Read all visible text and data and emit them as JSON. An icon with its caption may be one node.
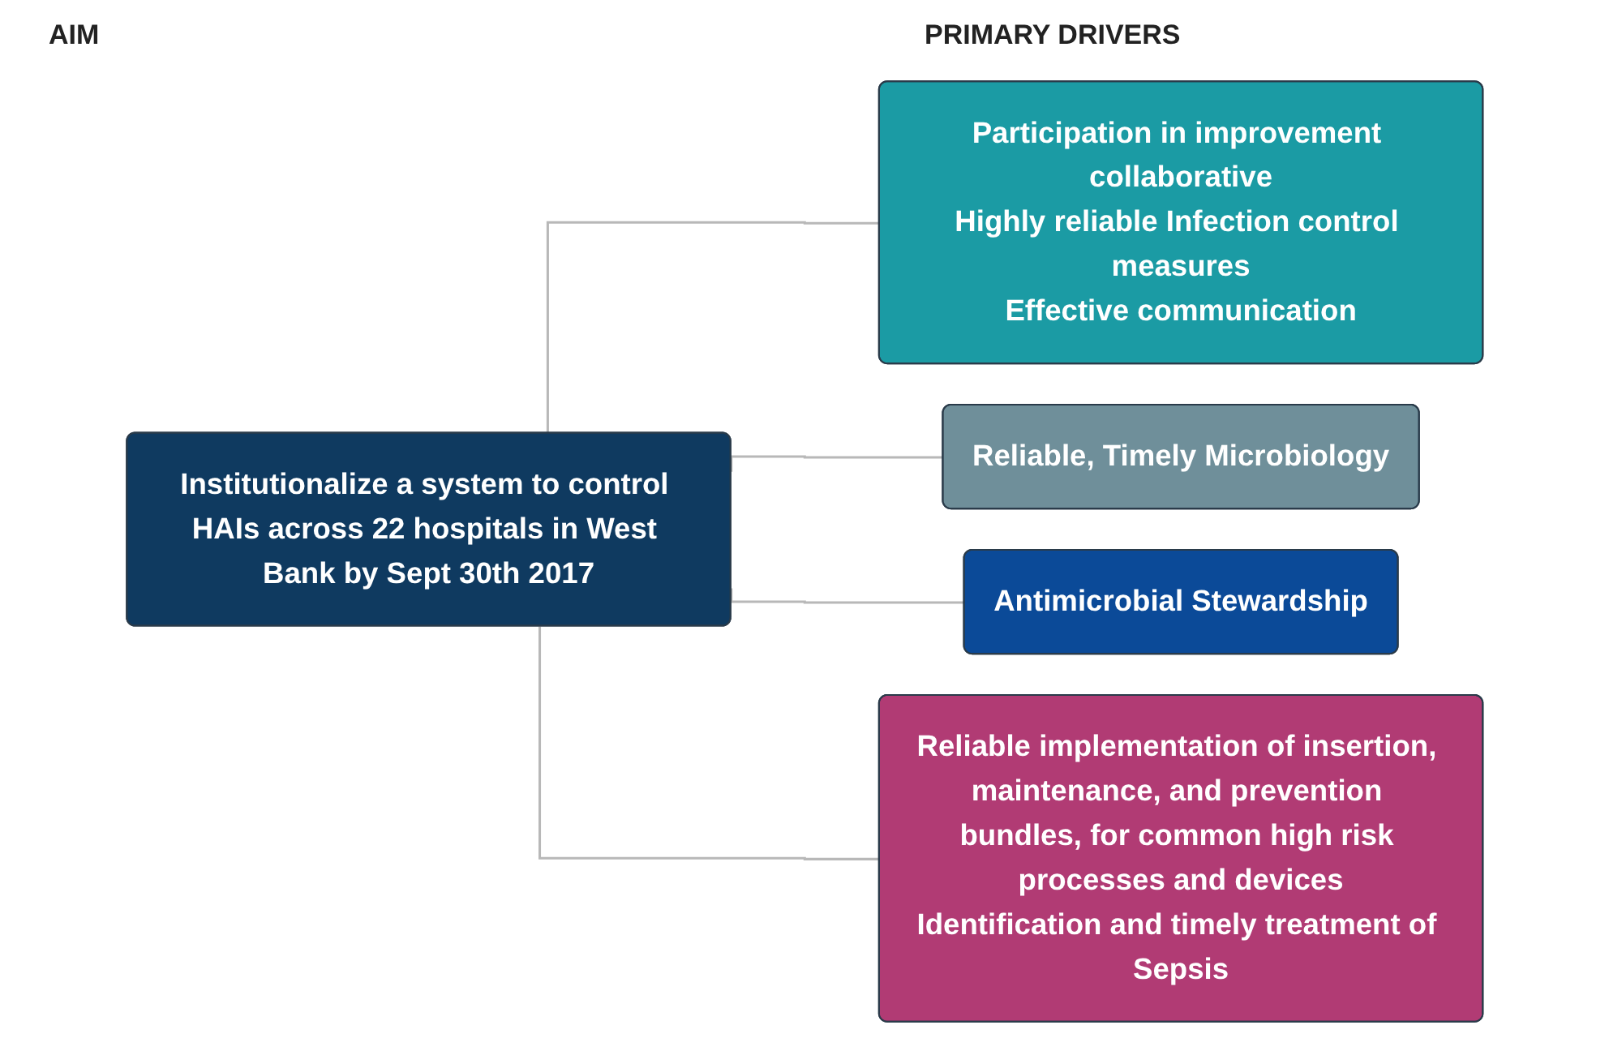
{
  "diagram": {
    "nodes": [
      {
        "text": [
          "Institutionalize a system to control HAIs across 22 hospitals in West Bank by Sept 30th 2017"
        ]
      },
      {
        "text": [
          "Participation in improvement collaborative",
          "Highly reliable Infection control measures",
          "Effective communication"
        ]
      },
      {
        "text": [
          "Reliable, Timely Microbiology"
        ]
      },
      {
        "text": [
          "Antimicrobial Stewardship"
        ]
      },
      {
        "text": [
          "Reliable implementation of insertion, maintenance, and prevention bundles, for common high risk processes and devices",
          "Identification and timely treatment of Sepsis"
        ]
      }
    ],
    "edges": [
      {
        "from": 0,
        "to": 1,
        "arrow": "none"
      },
      {
        "from": 0,
        "to": 2,
        "arrow": "none"
      },
      {
        "from": 0,
        "to": 3,
        "arrow": "none"
      },
      {
        "from": 0,
        "to": 4,
        "arrow": "none"
      }
    ],
    "labels": [
      "AIM",
      "PRIMARY DRIVERS"
    ]
  }
}
